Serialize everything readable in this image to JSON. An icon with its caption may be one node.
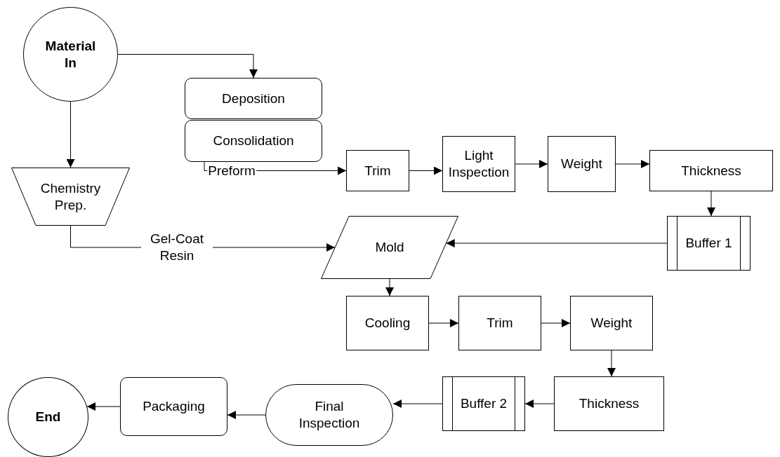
{
  "diagram": {
    "nodes": [
      {
        "text": [
          "Material In"
        ]
      },
      {
        "text": [
          "Deposition"
        ]
      },
      {
        "text": [
          "Consolidation"
        ]
      },
      {
        "text": [
          "Chemistry Prep."
        ]
      },
      {
        "text": [
          "Trim"
        ]
      },
      {
        "text": [
          "Light Inspection"
        ]
      },
      {
        "text": [
          "Weight"
        ]
      },
      {
        "text": [
          "Thickness"
        ]
      },
      {
        "text": [
          "Buffer 1"
        ]
      },
      {
        "text": [
          "Mold"
        ]
      },
      {
        "text": [
          "Cooling"
        ]
      },
      {
        "text": [
          "Trim"
        ]
      },
      {
        "text": [
          "Weight"
        ]
      },
      {
        "text": [
          "Thickness"
        ]
      },
      {
        "text": [
          "Buffer 2"
        ]
      },
      {
        "text": [
          "Final Inspection"
        ]
      },
      {
        "text": [
          "Packaging"
        ]
      },
      {
        "text": [
          "End"
        ]
      }
    ],
    "edges": [
      {
        "from": 0,
        "to": 1,
        "arrow": "to"
      },
      {
        "from": 0,
        "to": 3,
        "arrow": "to"
      },
      {
        "from": 2,
        "to": 4,
        "arrow": "to",
        "label": "Preform"
      },
      {
        "from": 4,
        "to": 5,
        "arrow": "to"
      },
      {
        "from": 5,
        "to": 6,
        "arrow": "to"
      },
      {
        "from": 6,
        "to": 7,
        "arrow": "to"
      },
      {
        "from": 7,
        "to": 8,
        "arrow": "to"
      },
      {
        "from": 8,
        "to": 9,
        "arrow": "to"
      },
      {
        "from": 9,
        "to": 10,
        "arrow": "to"
      },
      {
        "from": 10,
        "to": 11,
        "arrow": "to"
      },
      {
        "from": 11,
        "to": 12,
        "arrow": "to"
      },
      {
        "from": 12,
        "to": 13,
        "arrow": "to"
      },
      {
        "from": 13,
        "to": 14,
        "arrow": "to"
      },
      {
        "from": 14,
        "to": 15,
        "arrow": "to"
      },
      {
        "from": 15,
        "to": 16,
        "arrow": "to"
      },
      {
        "from": 16,
        "to": 17,
        "arrow": "to"
      },
      {
        "from": 3,
        "to": 9,
        "arrow": "to",
        "label": "Gel-Coat Resin"
      }
    ]
  }
}
